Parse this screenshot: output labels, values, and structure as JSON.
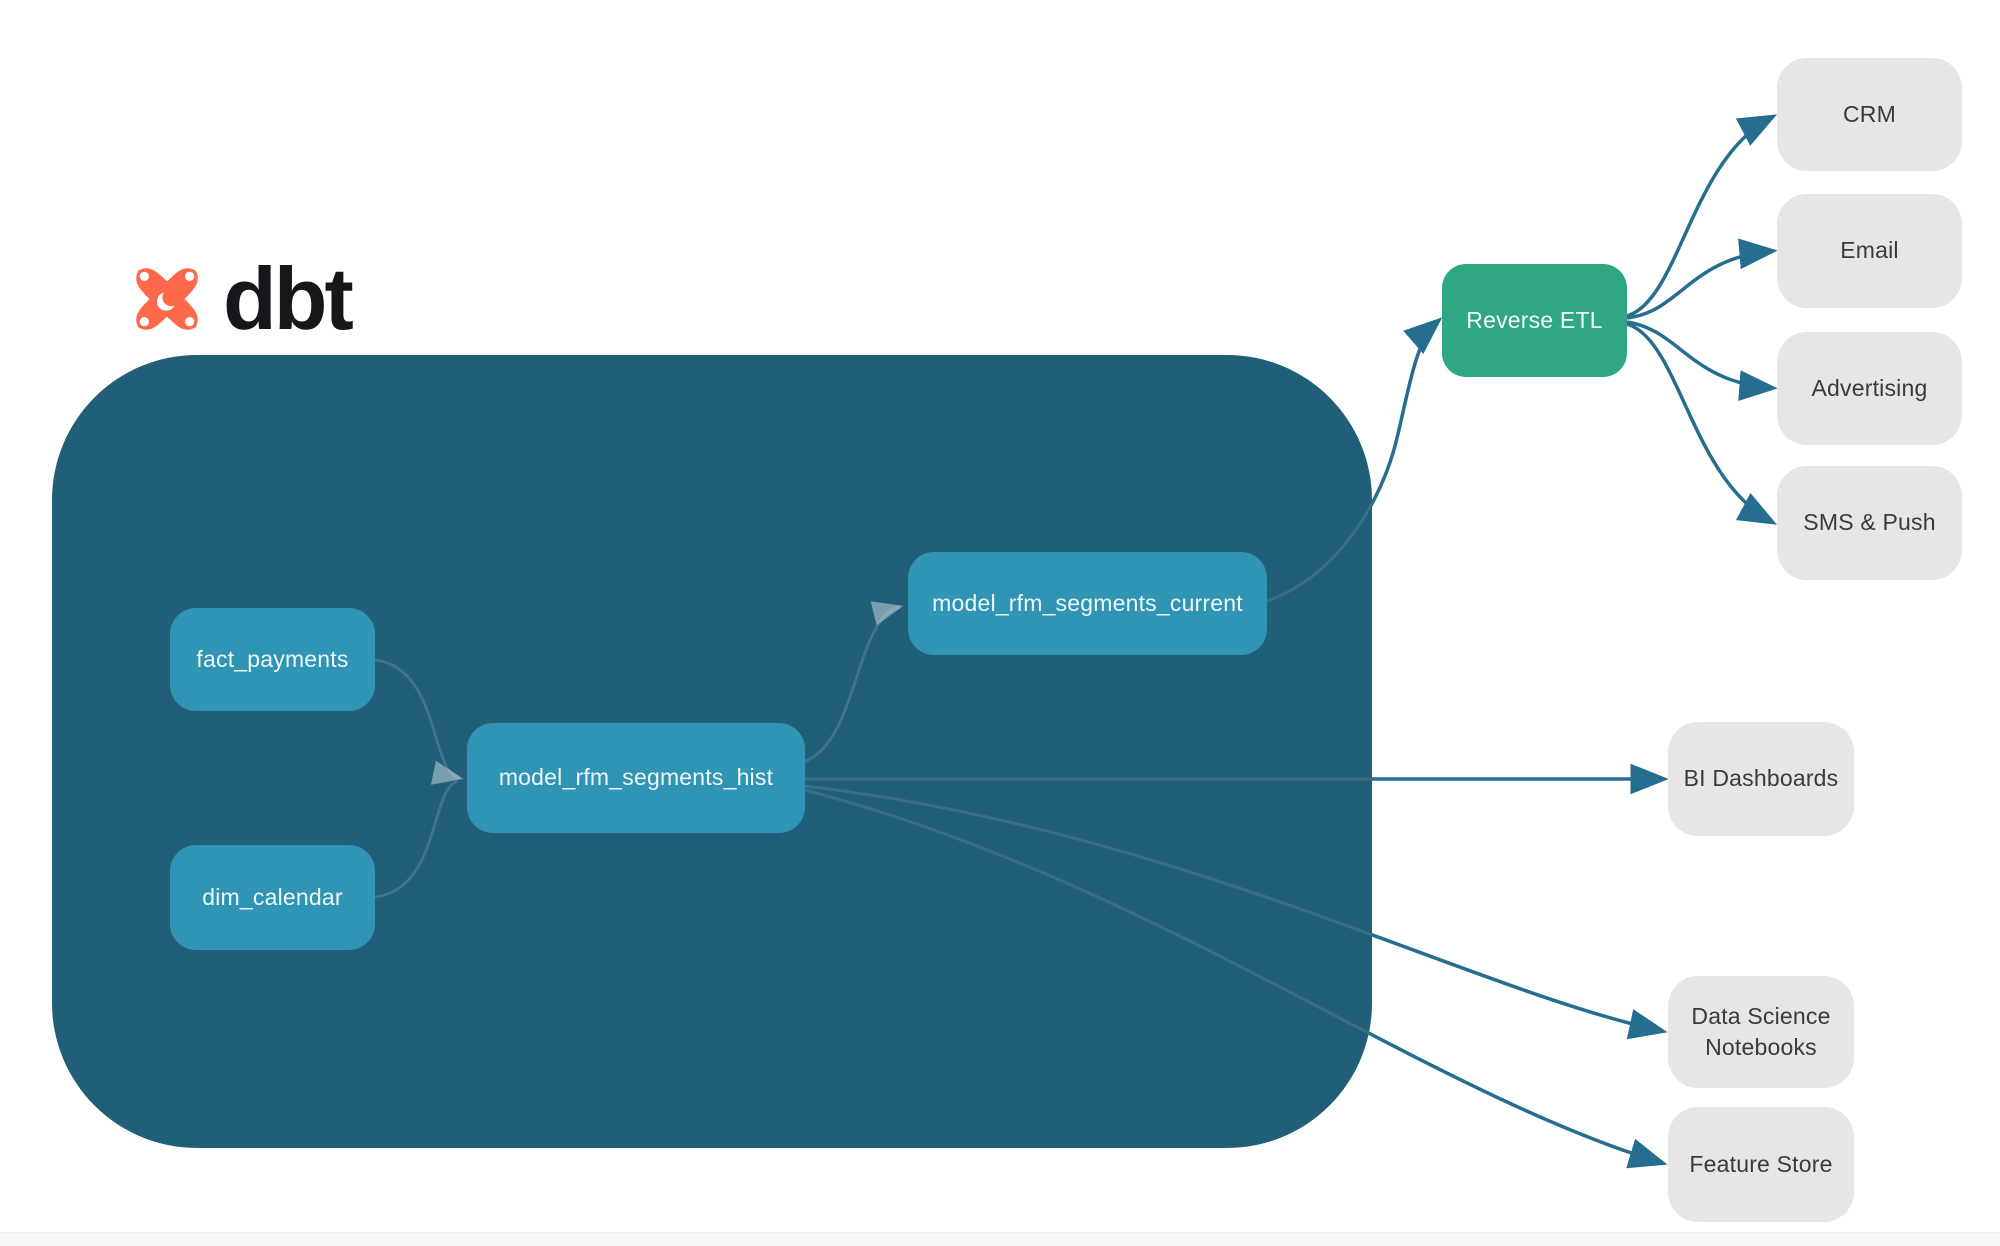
{
  "brand": {
    "name": "dbt"
  },
  "nodes": {
    "fact_payments": {
      "label": "fact_payments",
      "type": "source-model"
    },
    "dim_calendar": {
      "label": "dim_calendar",
      "type": "source-model"
    },
    "model_rfm_segments_hist": {
      "label": "model_rfm_segments_hist",
      "type": "model"
    },
    "model_rfm_segments_current": {
      "label": "model_rfm_segments_current",
      "type": "model"
    },
    "reverse_etl": {
      "label": "Reverse ETL",
      "type": "process"
    },
    "crm": {
      "label": "CRM",
      "type": "destination"
    },
    "email": {
      "label": "Email",
      "type": "destination"
    },
    "advertising": {
      "label": "Advertising",
      "type": "destination"
    },
    "sms_push": {
      "label": "SMS & Push",
      "type": "destination"
    },
    "bi_dashboards": {
      "label": "BI Dashboards",
      "type": "destination"
    },
    "data_science_notebooks": {
      "label": "Data Science Notebooks",
      "type": "destination"
    },
    "feature_store": {
      "label": "Feature Store",
      "type": "destination"
    }
  },
  "edges": [
    {
      "from": "fact_payments",
      "to": "model_rfm_segments_hist"
    },
    {
      "from": "dim_calendar",
      "to": "model_rfm_segments_hist"
    },
    {
      "from": "model_rfm_segments_hist",
      "to": "model_rfm_segments_current"
    },
    {
      "from": "model_rfm_segments_current",
      "to": "reverse_etl"
    },
    {
      "from": "reverse_etl",
      "to": "crm"
    },
    {
      "from": "reverse_etl",
      "to": "email"
    },
    {
      "from": "reverse_etl",
      "to": "advertising"
    },
    {
      "from": "reverse_etl",
      "to": "sms_push"
    },
    {
      "from": "model_rfm_segments_hist",
      "to": "bi_dashboards"
    },
    {
      "from": "model_rfm_segments_hist",
      "to": "data_science_notebooks"
    },
    {
      "from": "model_rfm_segments_hist",
      "to": "feature_store"
    }
  ],
  "colors": {
    "container": "#215E78",
    "model_node": "#3095B4",
    "reverse_etl_node": "#2FA684",
    "destination_node": "#E6E6E6",
    "connector": "#256E90",
    "logo_orange": "#FF694B",
    "logo_text": "#16171B"
  }
}
